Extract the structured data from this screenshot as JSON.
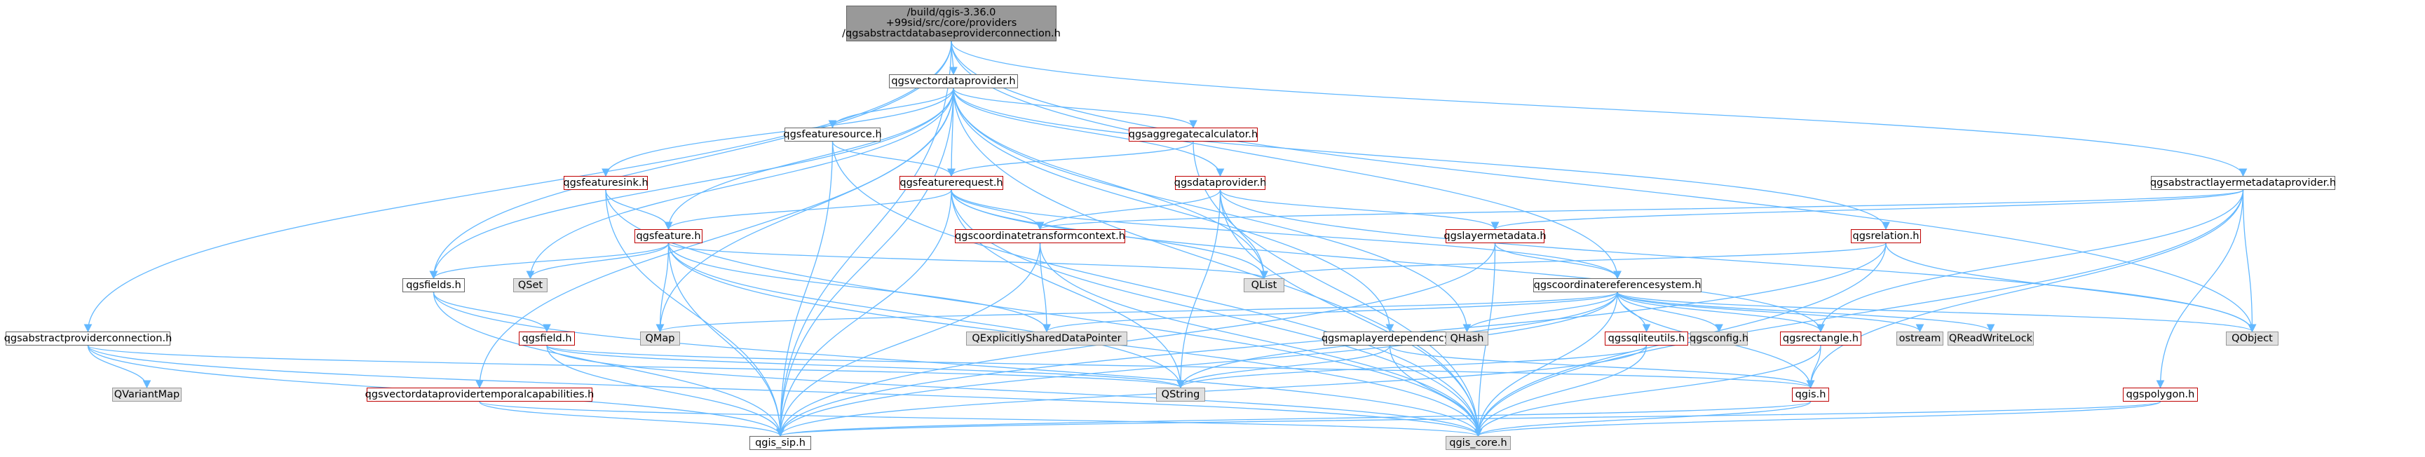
{
  "graph": {
    "edge_color": "#63b8ff",
    "nodes": [
      {
        "id": "root",
        "style": "root",
        "lines": [
          "/build/qgis-3.36.0",
          "+99sid/src/core/providers",
          "/qgsabstractdatabaseproviderconnection.h"
        ]
      },
      {
        "id": "qgsvectordataprovider",
        "style": "plain",
        "lines": [
          "qgsvectordataprovider.h"
        ]
      },
      {
        "id": "qgsabstractproviderconnection",
        "style": "plain",
        "lines": [
          "qgsabstractproviderconnection.h"
        ]
      },
      {
        "id": "qgsfeaturesource",
        "style": "plain",
        "lines": [
          "qgsfeaturesource.h"
        ]
      },
      {
        "id": "qgsaggregatecalculator",
        "style": "red",
        "lines": [
          "qgsaggregatecalculator.h"
        ]
      },
      {
        "id": "qgsfeaturesink",
        "style": "red",
        "lines": [
          "qgsfeaturesink.h"
        ]
      },
      {
        "id": "qgsfeaturerequest",
        "style": "red",
        "lines": [
          "qgsfeaturerequest.h"
        ]
      },
      {
        "id": "qgsdataprovider",
        "style": "red",
        "lines": [
          "qgsdataprovider.h"
        ]
      },
      {
        "id": "qgsabstractlayermetadataprovider",
        "style": "plain",
        "lines": [
          "qgsabstractlayermetadataprovider.h"
        ]
      },
      {
        "id": "qgsfeature",
        "style": "red",
        "lines": [
          "qgsfeature.h"
        ]
      },
      {
        "id": "qgscoordinatetransformcontext",
        "style": "red",
        "lines": [
          "qgscoordinatetransformcontext.h"
        ]
      },
      {
        "id": "qgslayermetadata",
        "style": "red",
        "lines": [
          "qgslayermetadata.h"
        ]
      },
      {
        "id": "qgsrelation",
        "style": "red",
        "lines": [
          "qgsrelation.h"
        ]
      },
      {
        "id": "qgsfields",
        "style": "plain",
        "lines": [
          "qgsfields.h"
        ]
      },
      {
        "id": "QSet",
        "style": "gray",
        "lines": [
          "QSet"
        ]
      },
      {
        "id": "QList",
        "style": "gray",
        "lines": [
          "QList"
        ]
      },
      {
        "id": "qgscoordinatereferencesystem",
        "style": "plain",
        "lines": [
          "qgscoordinatereferencesystem.h"
        ]
      },
      {
        "id": "qgsfield",
        "style": "red",
        "lines": [
          "qgsfield.h"
        ]
      },
      {
        "id": "QMap",
        "style": "gray",
        "lines": [
          "QMap"
        ]
      },
      {
        "id": "QExplicitlySharedDataPointer",
        "style": "gray",
        "lines": [
          "QExplicitlySharedDataPointer"
        ]
      },
      {
        "id": "qgsmaplayerdependency",
        "style": "plain",
        "lines": [
          "qgsmaplayerdependency.h"
        ]
      },
      {
        "id": "QHash",
        "style": "gray",
        "lines": [
          "QHash"
        ]
      },
      {
        "id": "qgssqliteutils",
        "style": "red",
        "lines": [
          "qgssqliteutils.h"
        ]
      },
      {
        "id": "qgsconfig",
        "style": "gray",
        "lines": [
          "qgsconfig.h"
        ]
      },
      {
        "id": "qgsrectangle",
        "style": "red",
        "lines": [
          "qgsrectangle.h"
        ]
      },
      {
        "id": "ostream",
        "style": "gray",
        "lines": [
          "ostream"
        ]
      },
      {
        "id": "QReadWriteLock",
        "style": "gray",
        "lines": [
          "QReadWriteLock"
        ]
      },
      {
        "id": "QObject",
        "style": "gray",
        "lines": [
          "QObject"
        ]
      },
      {
        "id": "QVariantMap",
        "style": "gray",
        "lines": [
          "QVariantMap"
        ]
      },
      {
        "id": "qgsvectordataprovidertemporalcapabilities",
        "style": "red",
        "lines": [
          "qgsvectordataprovidertemporalcapabilities.h"
        ]
      },
      {
        "id": "QString",
        "style": "gray",
        "lines": [
          "QString"
        ]
      },
      {
        "id": "qgis",
        "style": "red",
        "lines": [
          "qgis.h"
        ]
      },
      {
        "id": "qgspolygon",
        "style": "red",
        "lines": [
          "qgspolygon.h"
        ]
      },
      {
        "id": "qgis_sip",
        "style": "plain",
        "lines": [
          "qgis_sip.h"
        ]
      },
      {
        "id": "qgis_core",
        "style": "gray",
        "lines": [
          "qgis_core.h"
        ]
      }
    ],
    "edges": [
      [
        "root",
        "qgsvectordataprovider"
      ],
      [
        "root",
        "qgsabstractproviderconnection"
      ],
      [
        "root",
        "qgsabstractlayermetadataprovider"
      ],
      [
        "root",
        "qgsfields"
      ],
      [
        "root",
        "qgscoordinatereferencesystem"
      ],
      [
        "root",
        "qgis_sip"
      ],
      [
        "root",
        "QObject"
      ],
      [
        "qgsvectordataprovider",
        "qgsfeaturesource"
      ],
      [
        "qgsvectordataprovider",
        "qgsaggregatecalculator"
      ],
      [
        "qgsvectordataprovider",
        "qgsfeaturesink"
      ],
      [
        "qgsvectordataprovider",
        "qgsfeaturerequest"
      ],
      [
        "qgsvectordataprovider",
        "qgsdataprovider"
      ],
      [
        "qgsvectordataprovider",
        "qgsfeature"
      ],
      [
        "qgsvectordataprovider",
        "qgsrelation"
      ],
      [
        "qgsvectordataprovider",
        "qgsfields"
      ],
      [
        "qgsvectordataprovider",
        "QSet"
      ],
      [
        "qgsvectordataprovider",
        "QList"
      ],
      [
        "qgsvectordataprovider",
        "QMap"
      ],
      [
        "qgsvectordataprovider",
        "QHash"
      ],
      [
        "qgsvectordataprovider",
        "qgsmaplayerdependency"
      ],
      [
        "qgsvectordataprovider",
        "qgsvectordataprovidertemporalcapabilities"
      ],
      [
        "qgsvectordataprovider",
        "qgis_sip"
      ],
      [
        "qgsvectordataprovider",
        "qgis_core"
      ],
      [
        "qgsfeaturesource",
        "qgsfeaturerequest"
      ],
      [
        "qgsfeaturesource",
        "qgis_sip"
      ],
      [
        "qgsfeaturesource",
        "qgis_core"
      ],
      [
        "qgsaggregatecalculator",
        "qgsfeaturerequest"
      ],
      [
        "qgsaggregatecalculator",
        "qgis_core"
      ],
      [
        "qgsfeaturesink",
        "qgsfeature"
      ],
      [
        "qgsfeaturesink",
        "qgis_sip"
      ],
      [
        "qgsfeaturesink",
        "qgis_core"
      ],
      [
        "qgsfeaturerequest",
        "qgsfeature"
      ],
      [
        "qgsfeaturerequest",
        "qgscoordinatetransformcontext"
      ],
      [
        "qgsfeaturerequest",
        "QList"
      ],
      [
        "qgsfeaturerequest",
        "qgscoordinatereferencesystem"
      ],
      [
        "qgsfeaturerequest",
        "qgsrectangle"
      ],
      [
        "qgsfeaturerequest",
        "QString"
      ],
      [
        "qgsfeaturerequest",
        "qgis_sip"
      ],
      [
        "qgsfeaturerequest",
        "qgis_core"
      ],
      [
        "qgsdataprovider",
        "qgscoordinatetransformcontext"
      ],
      [
        "qgsdataprovider",
        "qgslayermetadata"
      ],
      [
        "qgsdataprovider",
        "QList"
      ],
      [
        "qgsdataprovider",
        "QString"
      ],
      [
        "qgsdataprovider",
        "QObject"
      ],
      [
        "qgsdataprovider",
        "qgis_core"
      ],
      [
        "qgsabstractlayermetadataprovider",
        "qgscoordinatetransformcontext"
      ],
      [
        "qgsabstractlayermetadataprovider",
        "qgslayermetadata"
      ],
      [
        "qgsabstractlayermetadataprovider",
        "qgsrectangle"
      ],
      [
        "qgsabstractlayermetadataprovider",
        "qgspolygon"
      ],
      [
        "qgsabstractlayermetadataprovider",
        "qgis"
      ],
      [
        "qgsabstractlayermetadataprovider",
        "QObject"
      ],
      [
        "qgsabstractlayermetadataprovider",
        "qgis_core"
      ],
      [
        "qgsfeature",
        "qgsfields"
      ],
      [
        "qgsfeature",
        "QSet"
      ],
      [
        "qgsfeature",
        "QList"
      ],
      [
        "qgsfeature",
        "QMap"
      ],
      [
        "qgsfeature",
        "QExplicitlySharedDataPointer"
      ],
      [
        "qgsfeature",
        "QString"
      ],
      [
        "qgsfeature",
        "qgis_sip"
      ],
      [
        "qgsfeature",
        "qgis_core"
      ],
      [
        "qgscoordinatetransformcontext",
        "QExplicitlySharedDataPointer"
      ],
      [
        "qgscoordinatetransformcontext",
        "qgis_sip"
      ],
      [
        "qgscoordinatetransformcontext",
        "qgis_core"
      ],
      [
        "qgslayermetadata",
        "qgscoordinatereferencesystem"
      ],
      [
        "qgslayermetadata",
        "qgis_sip"
      ],
      [
        "qgslayermetadata",
        "qgis_core"
      ],
      [
        "qgsrelation",
        "QList"
      ],
      [
        "qgsrelation",
        "QObject"
      ],
      [
        "qgsrelation",
        "qgis_sip"
      ],
      [
        "qgsrelation",
        "qgis_core"
      ],
      [
        "qgsfields",
        "qgsfield"
      ],
      [
        "qgsfields",
        "qgis_sip"
      ],
      [
        "qgsfields",
        "qgis_core"
      ],
      [
        "qgsfield",
        "QString"
      ],
      [
        "qgsfield",
        "qgis"
      ],
      [
        "qgsfield",
        "qgis_sip"
      ],
      [
        "qgsfield",
        "qgis_core"
      ],
      [
        "qgscoordinatereferencesystem",
        "QMap"
      ],
      [
        "qgscoordinatereferencesystem",
        "QExplicitlySharedDataPointer"
      ],
      [
        "qgscoordinatereferencesystem",
        "QHash"
      ],
      [
        "qgscoordinatereferencesystem",
        "qgssqliteutils"
      ],
      [
        "qgscoordinatereferencesystem",
        "qgsconfig"
      ],
      [
        "qgscoordinatereferencesystem",
        "qgsrectangle"
      ],
      [
        "qgscoordinatereferencesystem",
        "ostream"
      ],
      [
        "qgscoordinatereferencesystem",
        "QReadWriteLock"
      ],
      [
        "qgscoordinatereferencesystem",
        "QObject"
      ],
      [
        "qgscoordinatereferencesystem",
        "QString"
      ],
      [
        "qgscoordinatereferencesystem",
        "qgis"
      ],
      [
        "qgscoordinatereferencesystem",
        "qgis_sip"
      ],
      [
        "qgscoordinatereferencesystem",
        "qgis_core"
      ],
      [
        "qgsmaplayerdependency",
        "QString"
      ],
      [
        "qgsmaplayerdependency",
        "qgis"
      ],
      [
        "qgsmaplayerdependency",
        "qgis_core"
      ],
      [
        "qgssqliteutils",
        "QString"
      ],
      [
        "qgssqliteutils",
        "qgis_sip"
      ],
      [
        "qgssqliteutils",
        "qgis_core"
      ],
      [
        "qgsrectangle",
        "qgis"
      ],
      [
        "qgsrectangle",
        "qgis_core"
      ],
      [
        "qgsabstractproviderconnection",
        "QVariantMap"
      ],
      [
        "qgsabstractproviderconnection",
        "QString"
      ],
      [
        "qgsabstractproviderconnection",
        "qgis_sip"
      ],
      [
        "qgsabstractproviderconnection",
        "qgis_core"
      ],
      [
        "qgsvectordataprovidertemporalcapabilities",
        "qgis_sip"
      ],
      [
        "qgsvectordataprovidertemporalcapabilities",
        "qgis_core"
      ],
      [
        "qgis",
        "qgis_sip"
      ],
      [
        "qgis",
        "qgis_core"
      ],
      [
        "qgspolygon",
        "qgis_sip"
      ],
      [
        "qgspolygon",
        "qgis_core"
      ]
    ]
  }
}
